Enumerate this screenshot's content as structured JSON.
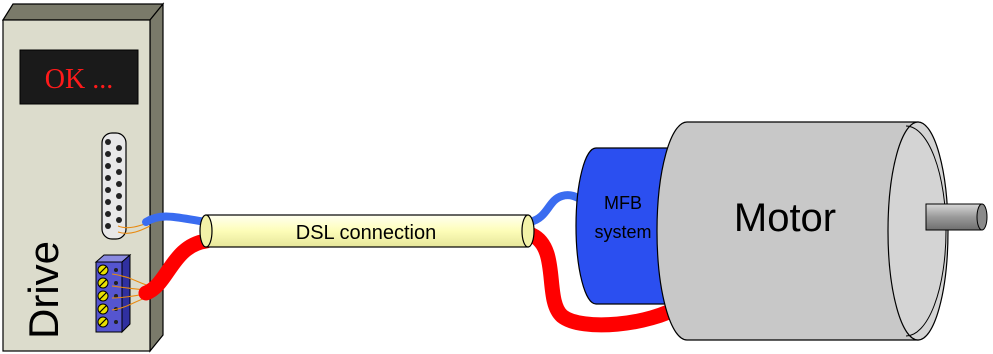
{
  "drive": {
    "display_text": "OK ...",
    "label": "Drive",
    "display_color": "#ff1a1a",
    "panel_color": "#dcdccc"
  },
  "cable": {
    "label": "DSL connection",
    "sleeve_color": "#fdfdb8",
    "signal_wire_color": "#3a6cf0",
    "power_wire_color": "#ff0000"
  },
  "feedback": {
    "label_line1": "MFB",
    "label_line2": "system",
    "color": "#2b4ff0"
  },
  "motor": {
    "label": "Motor",
    "color": "#c8c8c8"
  }
}
